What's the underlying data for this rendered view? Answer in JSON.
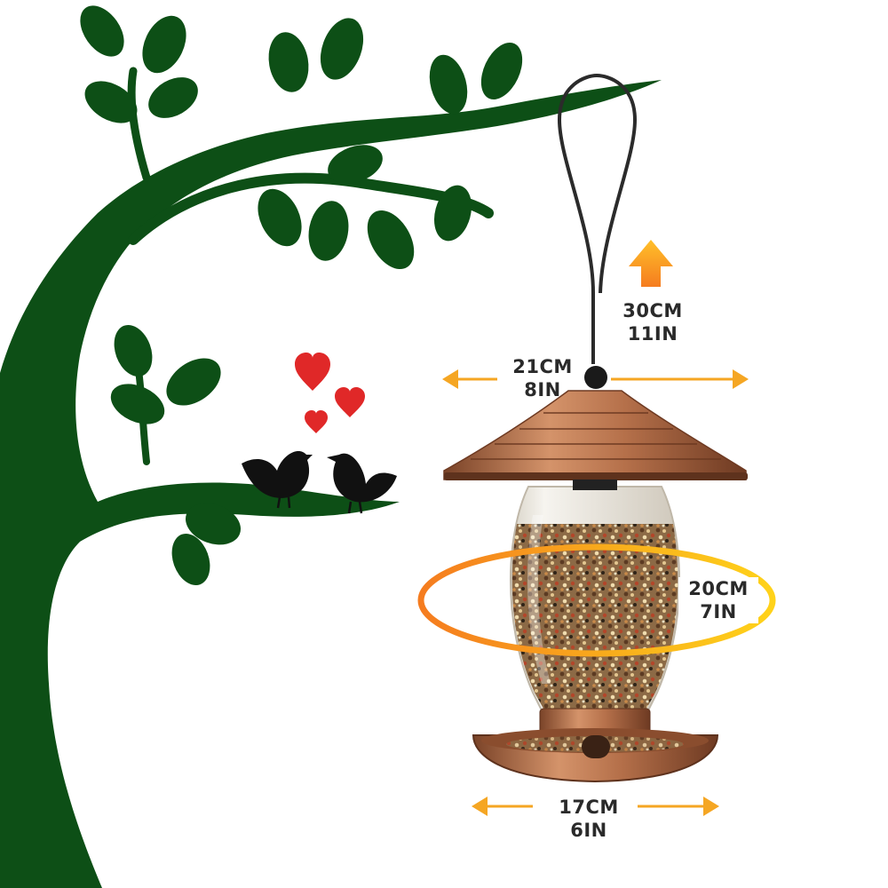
{
  "colors": {
    "tree": "#0d4f16",
    "bird": "#111111",
    "heart": "#e02828",
    "copper": "#b5704a",
    "copper_dark": "#7a4328",
    "arrow": "#f5a623",
    "ring_orange": "#f57c1f",
    "ring_yellow": "#ffd21a",
    "text": "#2a2a2a"
  },
  "dimensions": {
    "height": {
      "metric": "30CM",
      "imperial": "11IN"
    },
    "roof_width": {
      "metric": "21CM",
      "imperial": "8IN"
    },
    "circumference": {
      "metric": "20CM",
      "imperial": "7IN"
    },
    "base_width": {
      "metric": "17CM",
      "imperial": "6IN"
    }
  },
  "icons": [
    "tree-illustration",
    "bird-icon",
    "heart-icon",
    "arrow-up-icon",
    "arrow-left-icon",
    "arrow-right-icon"
  ]
}
